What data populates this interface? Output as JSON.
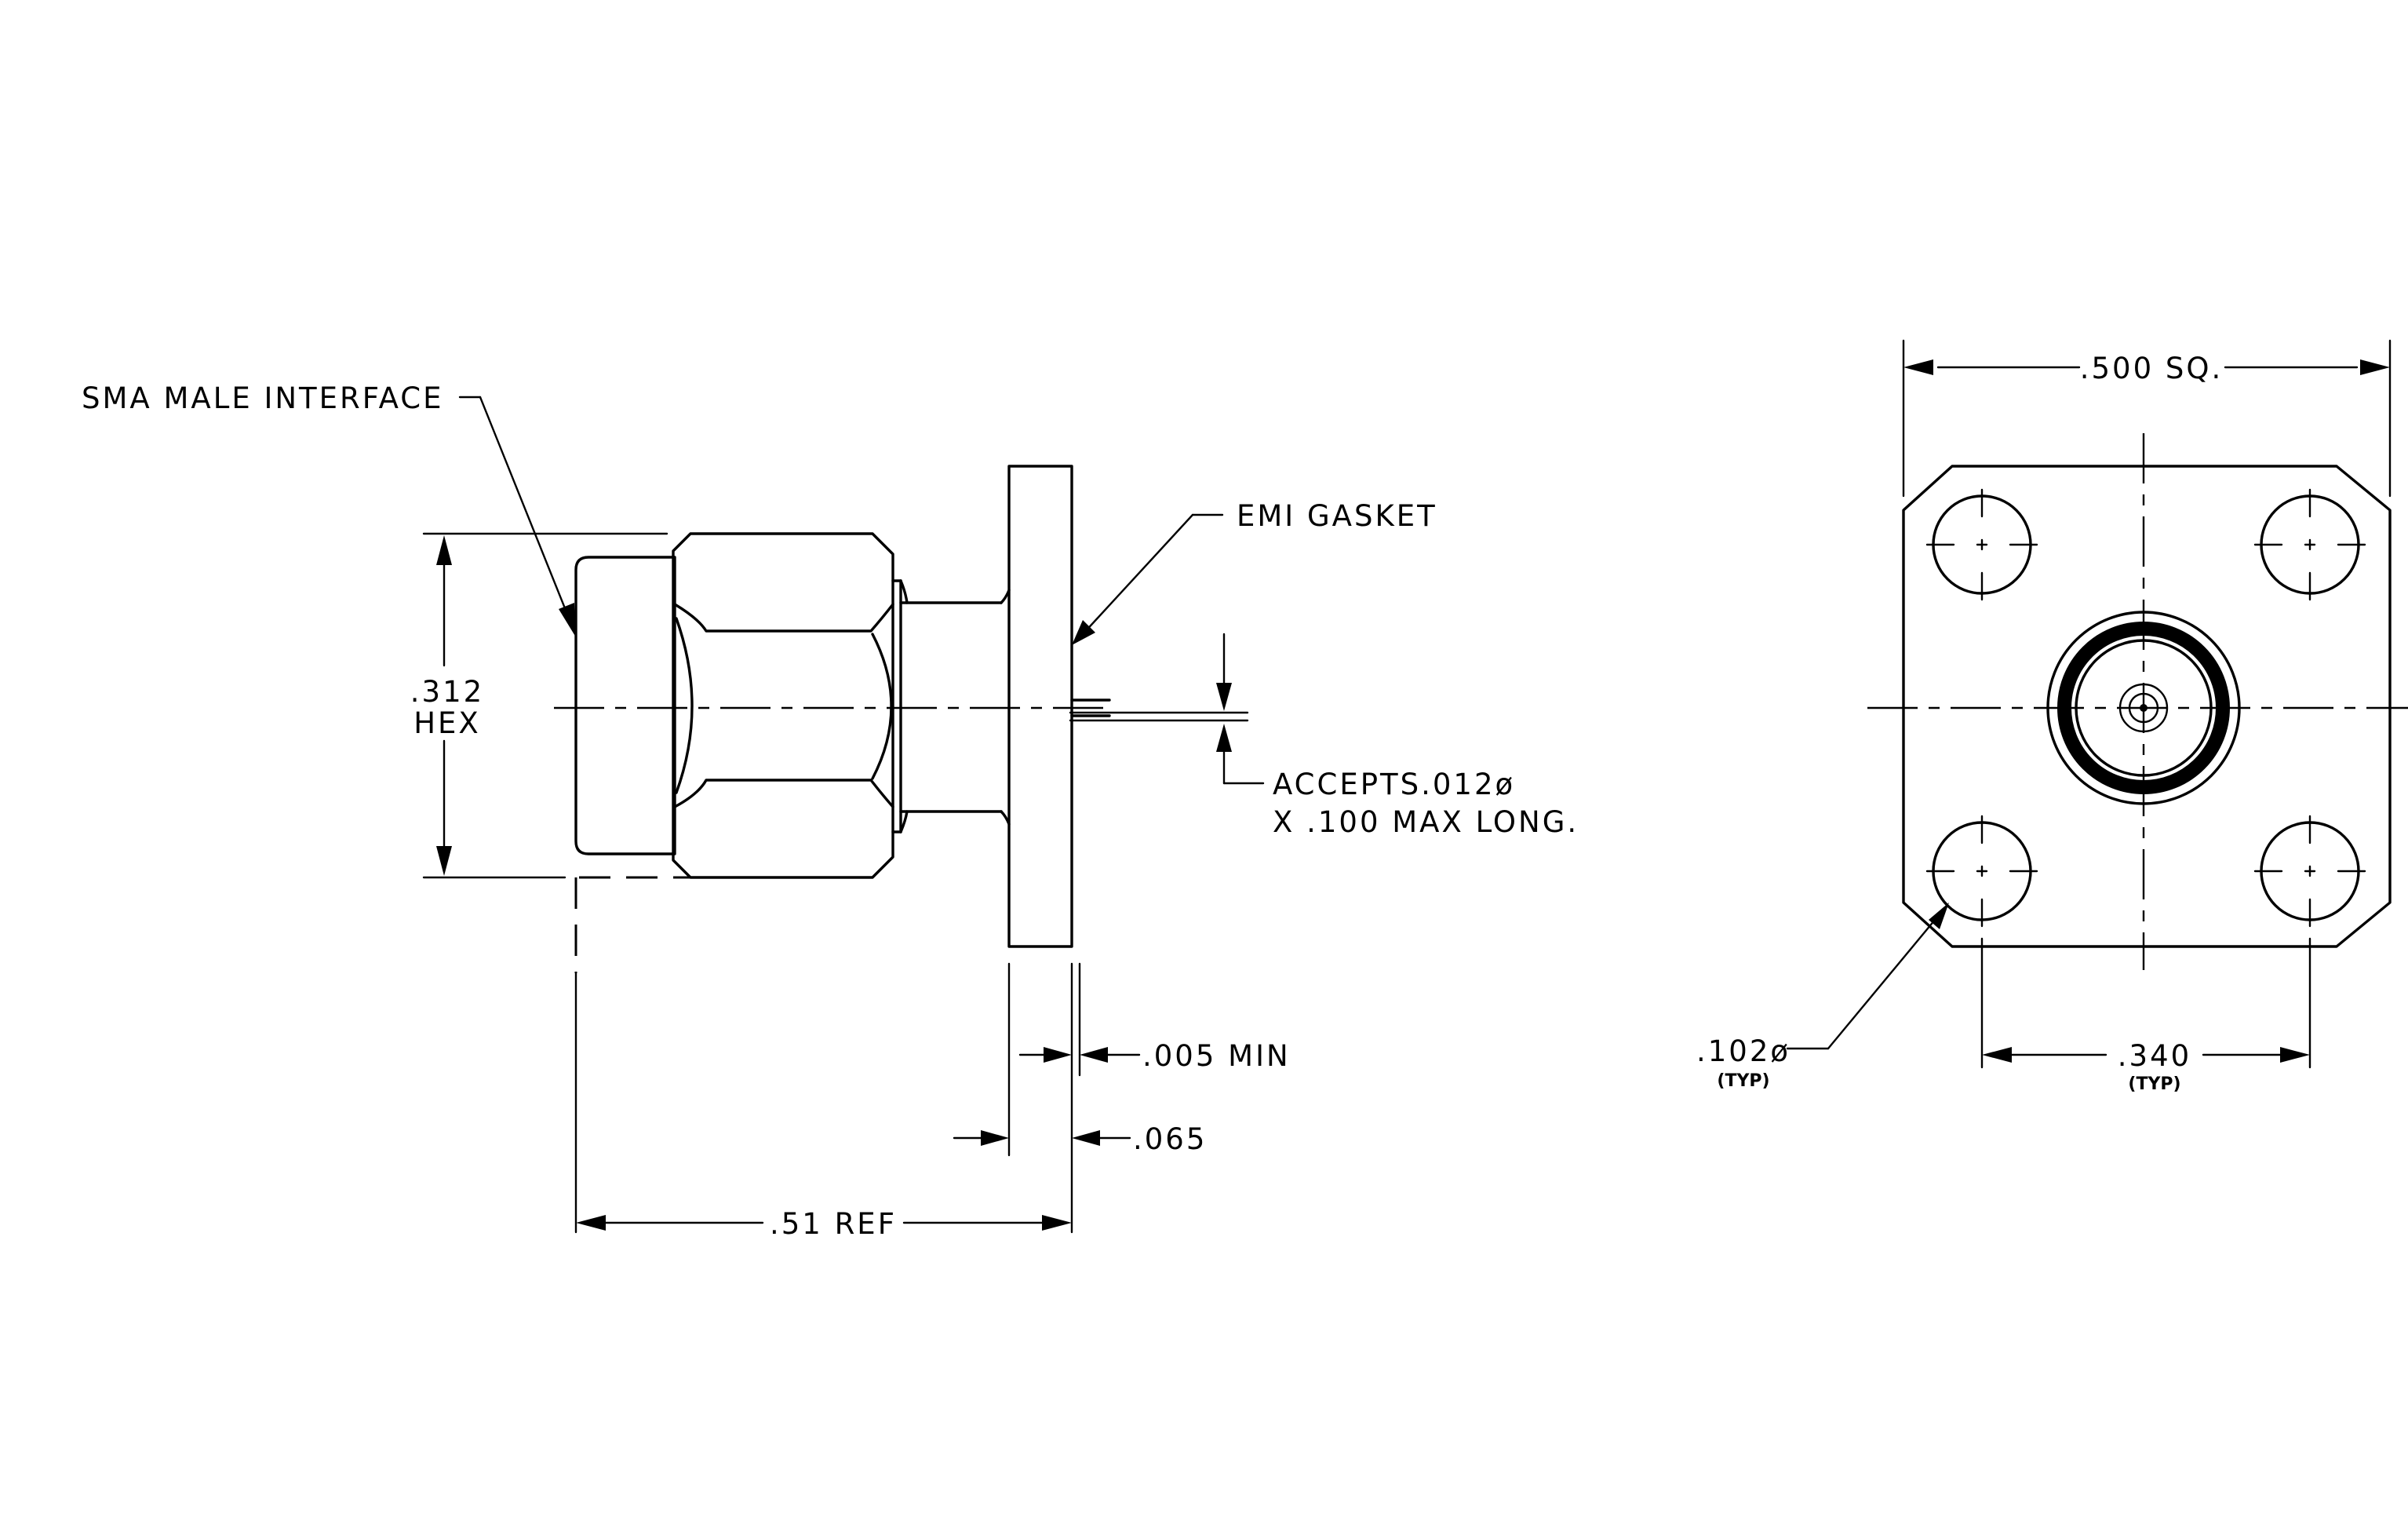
{
  "side_view": {
    "interface_note": "SMA MALE INTERFACE",
    "gasket_note": "EMI GASKET",
    "hex_dim_value": ".312",
    "hex_dim_unit": "HEX",
    "pin_note_line1": "ACCEPTS.012ø",
    "pin_note_line2": "X .100 MAX LONG.",
    "gasket_min_dim": ".005 MIN",
    "flange_thickness_dim": ".065",
    "overall_length_dim": ".51 REF"
  },
  "end_view": {
    "flange_size_dim": ".500 SQ.",
    "hole_dia_dim": ".102ø",
    "hole_dia_qualifier": "(TYP)",
    "hole_spacing_dim": ".340",
    "hole_spacing_qualifier": "(TYP)"
  }
}
